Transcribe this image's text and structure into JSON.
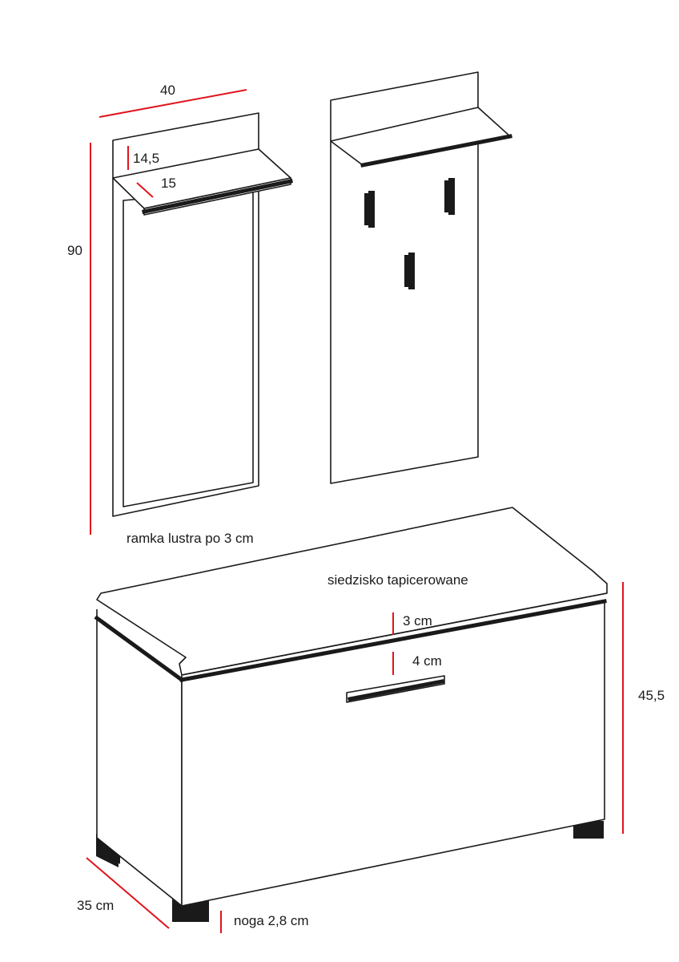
{
  "labels": {
    "width": "40",
    "height": "90",
    "shelf_height": "14,5",
    "shelf_depth": "15",
    "mirror_frame": "ramka lustra po 3 cm",
    "seat": "siedzisko tapicerowane",
    "seat_thickness": "3 cm",
    "top_thickness": "4 cm",
    "bench_height": "45,5",
    "bench_depth": "35 cm",
    "leg": "noga  2,8 cm"
  },
  "colors": {
    "dimension_line": "#e0141c",
    "outline": "#1a1a1a"
  }
}
